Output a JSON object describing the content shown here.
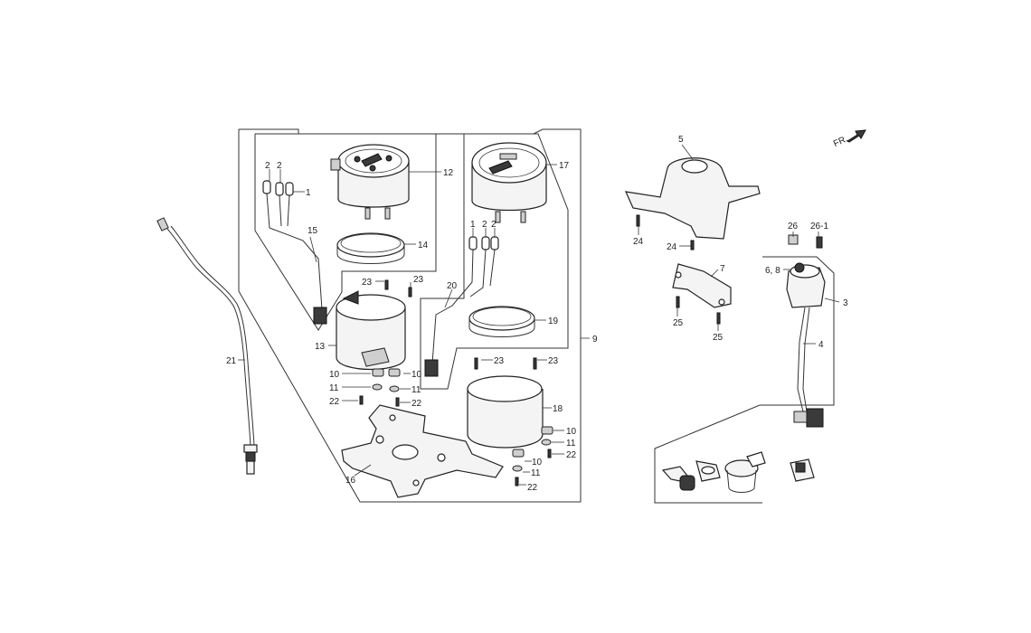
{
  "callouts": {
    "c1": "1",
    "c2a": "2",
    "c2b": "2",
    "c12": "12",
    "c15": "15",
    "c14": "14",
    "c17": "17",
    "c1b": "1",
    "c2c": "2",
    "c2d": "2",
    "c20": "20",
    "c19": "19",
    "c9": "9",
    "c23a": "23",
    "c23b": "23",
    "c23c": "23",
    "c23d": "23",
    "c13": "13",
    "c10a": "10",
    "c10b": "10",
    "c11a": "11",
    "c11b": "11",
    "c22a": "22",
    "c22b": "22",
    "c18": "18",
    "c10c": "10",
    "c11c": "11",
    "c22c": "22",
    "c10d": "10",
    "c11d": "11",
    "c22d": "22",
    "c16": "16",
    "c21": "21",
    "c5": "5",
    "c24a": "24",
    "c24b": "24",
    "c7": "7",
    "c25a": "25",
    "c25b": "25",
    "c26": "26",
    "c26_1": "26-1",
    "c6_8": "6, 8",
    "c3": "3",
    "c4": "4"
  },
  "front_indicator": "FR."
}
